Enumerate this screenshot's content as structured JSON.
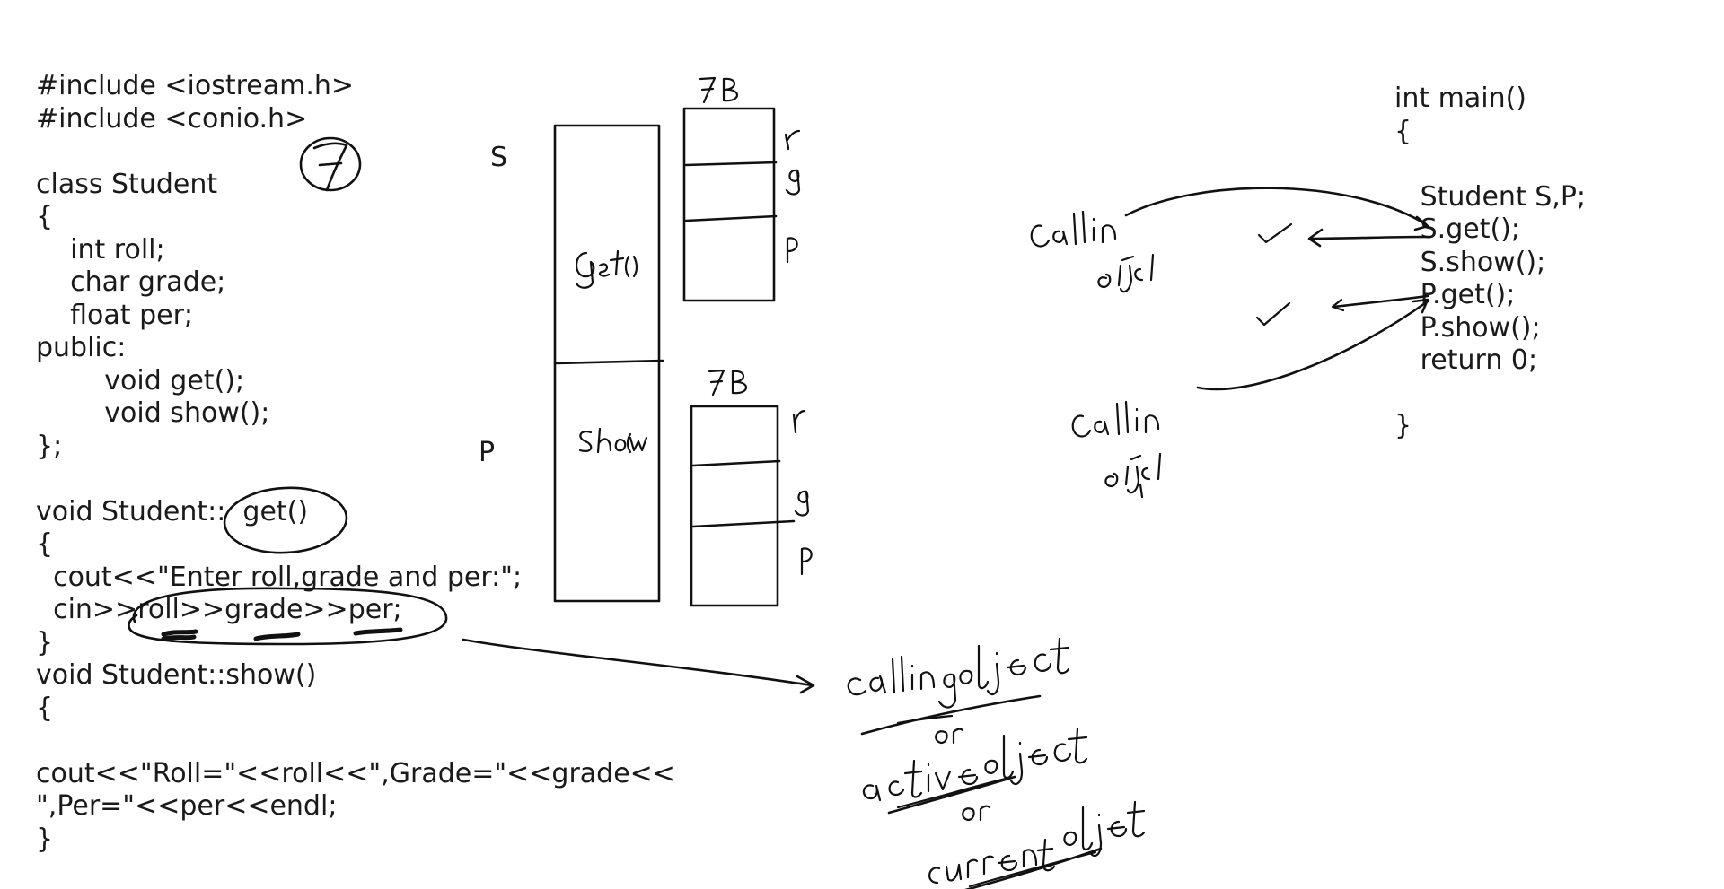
{
  "left_code": [
    "#include <iostream.h>",
    "#include <conio.h>",
    "",
    "class Student",
    "{",
    "    int roll;",
    "    char grade;",
    "    float per;",
    "public:",
    "        void get();",
    "        void show();",
    "};",
    "",
    "void Student::  get()",
    "{",
    "  cout<<\"Enter roll,grade and per:\";",
    "  cin>>roll>>grade>>per;",
    "}",
    "void Student::show()",
    "{",
    "",
    "cout<<\"Roll=\"<<roll<<\",Grade=\"<<grade<<",
    "\",Per=\"<<per<<endl;",
    "}"
  ],
  "main_code": [
    "int main()",
    "{",
    "",
    "   Student S,P;",
    "   S.get();",
    "   S.show();",
    "   P.get();",
    "   P.show();",
    "   return 0;",
    "",
    "}"
  ],
  "object_labels": {
    "s": "S",
    "p": "P"
  },
  "handwritten": {
    "circled_number": "7",
    "size_top": "7B",
    "size_bottom": "7B",
    "fn_get": "Get()",
    "fn_show": "Show()",
    "members_top": [
      "r",
      "g",
      "p"
    ],
    "members_bottom": [
      "r",
      "g",
      "p"
    ],
    "calling_object_1": [
      "Calling",
      "object"
    ],
    "calling_object_2": [
      "Calling",
      "object"
    ],
    "calling_object_note": [
      "calling object",
      "or",
      "active object",
      "or",
      "current object"
    ]
  },
  "ink_color": "#111111"
}
